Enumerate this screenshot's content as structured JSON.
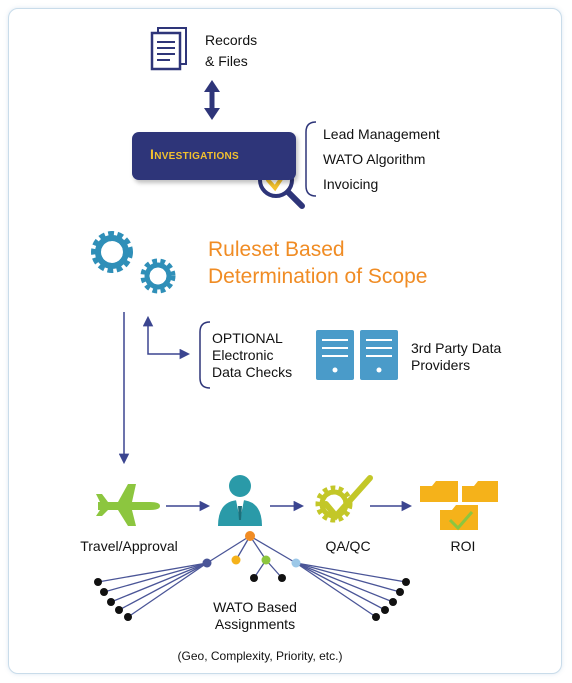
{
  "records": {
    "label": "Records\n& Files"
  },
  "investigations": {
    "label": "Investigations",
    "items": [
      "Lead Management",
      "WATO Algorithm",
      "Invoicing"
    ]
  },
  "ruleset": {
    "label": "Ruleset Based\nDetermination of Scope"
  },
  "optional": {
    "label": "OPTIONAL\nElectronic\nData Checks"
  },
  "third_party": {
    "label": "3rd Party Data\nProviders"
  },
  "workflow": {
    "travel": "Travel/Approval",
    "qa": "QA/QC",
    "roi": "ROI"
  },
  "wato": {
    "label": "WATO Based\nAssignments",
    "note": "(Geo, Complexity, Priority, etc.)"
  },
  "colors": {
    "navy": "#2e3579",
    "gold": "#f2c12e",
    "orange": "#f08c24",
    "teal": "#2a9aa8",
    "blue_gear": "#2f8fb8",
    "green": "#8cc63f",
    "folder_yellow": "#f5b21a",
    "arrow": "#3b4590"
  },
  "icons": [
    "document-stack-icon",
    "double-arrow-icon",
    "magnifier-check-icon",
    "gears-icon",
    "server-icon",
    "airplane-icon",
    "person-icon",
    "gear-check-icon",
    "folders-icon"
  ]
}
